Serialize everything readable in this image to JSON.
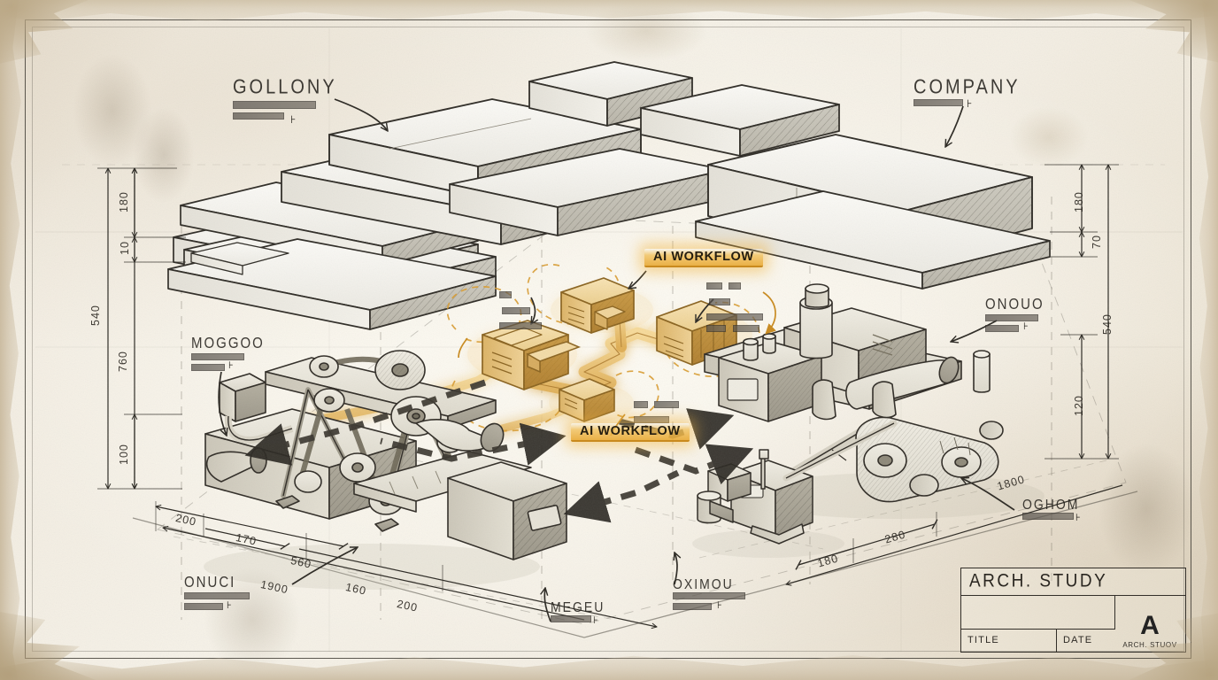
{
  "sheet": {
    "title": "ARCH. STUDY",
    "paper_color": "#f4efe4",
    "ink_color": "#2a2722",
    "accent_color": "#e8a838"
  },
  "labels": {
    "top_left": {
      "headline": "GOLLONY",
      "bars": 2
    },
    "top_right": {
      "headline": "COMPANY",
      "bars": 1
    },
    "left_machine": {
      "headline": "MOGGOO",
      "bars": 2
    },
    "right_machine": {
      "headline": "ONOUO",
      "bars": 2
    },
    "bottom_left": {
      "headline": "ONUCI",
      "bars": 2
    },
    "bottom_center": {
      "headline": "MEGEU",
      "bars": 1
    },
    "bottom_center_right": {
      "headline": "OXIMOU",
      "bars": 2
    },
    "bottom_right": {
      "headline": "OGHOM",
      "bars": 1
    },
    "ai_note_left": {
      "bars": 2
    },
    "ai_note_top_right": {
      "bars": 3
    },
    "ai_note_bottom": {
      "bars": 2
    }
  },
  "callouts": [
    {
      "id": "ai-workflow-top",
      "text": "AI WORKFLOW"
    },
    {
      "id": "ai-workflow-bottom",
      "text": "AI WORKFLOW"
    }
  ],
  "dimensions": {
    "left": [
      "540",
      "760",
      "180",
      "10",
      "100"
    ],
    "right": [
      "180",
      "70",
      "540",
      "120"
    ],
    "bottom_left": [
      "200",
      "170",
      "560",
      "1900",
      "160",
      "200"
    ],
    "bottom_right": [
      "1800",
      "280",
      "180"
    ]
  },
  "title_block": {
    "heading": "ARCH. STUDY",
    "field_title": "TITLE",
    "field_date": "DATE",
    "logo_mark": "A",
    "logo_caption": "ARCH. STUOV"
  },
  "chart_data": {
    "type": "diagram",
    "title": "ARCH. STUDY",
    "view": "isometric technical pencil sketch",
    "groups": [
      {
        "name": "building-cluster",
        "label": "GOLLONY / COMPANY",
        "count": 8
      },
      {
        "name": "machine-left",
        "label": "MOGGOO",
        "count": 1
      },
      {
        "name": "machine-right-crawler",
        "label": "ONOUO",
        "count": 1
      },
      {
        "name": "machine-center-small",
        "label": "OXIMOU",
        "count": 1
      },
      {
        "name": "ai-workflow-modules",
        "label": "AI WORKFLOW",
        "count": 5
      }
    ]
  }
}
